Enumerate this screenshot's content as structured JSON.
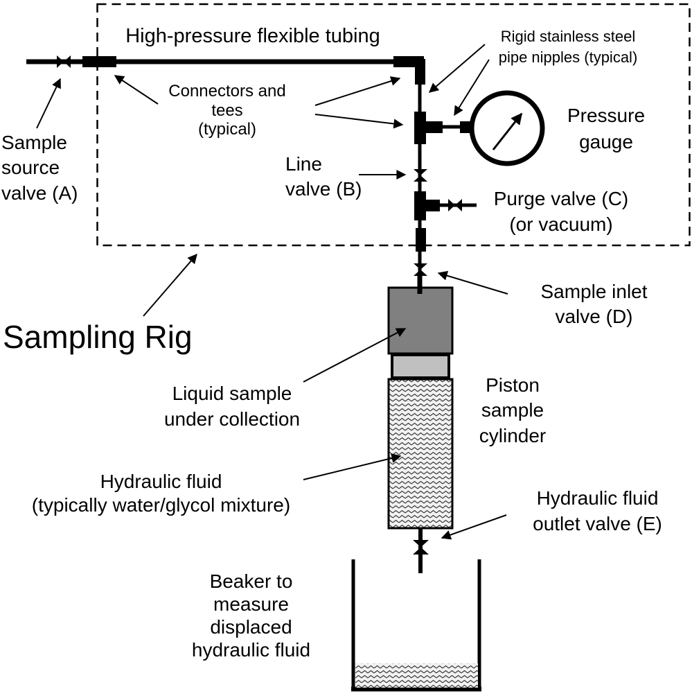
{
  "diagram": {
    "type": "schematic",
    "title": "Sampling Rig",
    "colors": {
      "line": "#000000",
      "liquid_sample_fill": "#808080",
      "piston_fill": "#c0c0c0",
      "hatch_background": "#f2f2f2",
      "hatch_stroke": "#3a3a3a",
      "background": "#ffffff"
    },
    "labels": {
      "tubing": "High-pressure flexible tubing",
      "nipples": "Rigid stainless steel\npipe nipples (typical)",
      "connectors": "Connectors and tees\n(typical)",
      "sample_source": "Sample\nsource\nvalve (A)",
      "pressure_gauge": "Pressure\ngauge",
      "line_valve": "Line\nvalve (B)",
      "purge_valve": "Purge valve (C)\n(or vacuum)",
      "sample_inlet": "Sample inlet\nvalve (D)",
      "rig_title": "Sampling Rig",
      "liquid_sample": "Liquid sample\nunder collection",
      "piston": "Piston\nsample\ncylinder",
      "hydraulic_fluid": "Hydraulic fluid\n(typically water/glycol mixture)",
      "outlet_valve": "Hydraulic fluid\noutlet valve (E)",
      "beaker": "Beaker to\nmeasure\ndisplaced\nhydraulic fluid"
    },
    "components": [
      "sample-source-valve-A",
      "line-valve-B",
      "purge-valve-C",
      "sample-inlet-valve-D",
      "hydraulic-fluid-outlet-valve-E",
      "pressure-gauge",
      "piston-sample-cylinder",
      "beaker"
    ]
  }
}
